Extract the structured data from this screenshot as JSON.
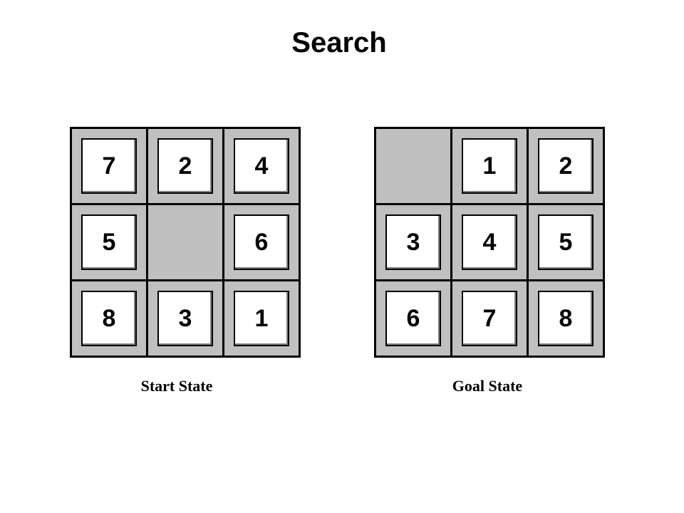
{
  "title": "Search",
  "start_state": {
    "caption": "Start State",
    "tiles": [
      "7",
      "2",
      "4",
      "5",
      "",
      "6",
      "8",
      "3",
      "1"
    ]
  },
  "goal_state": {
    "caption": "Goal State",
    "tiles": [
      "",
      "1",
      "2",
      "3",
      "4",
      "5",
      "6",
      "7",
      "8"
    ]
  },
  "colors": {
    "cell_background": "#c0c0c0",
    "tile_background": "#ffffff",
    "border": "#000000"
  }
}
